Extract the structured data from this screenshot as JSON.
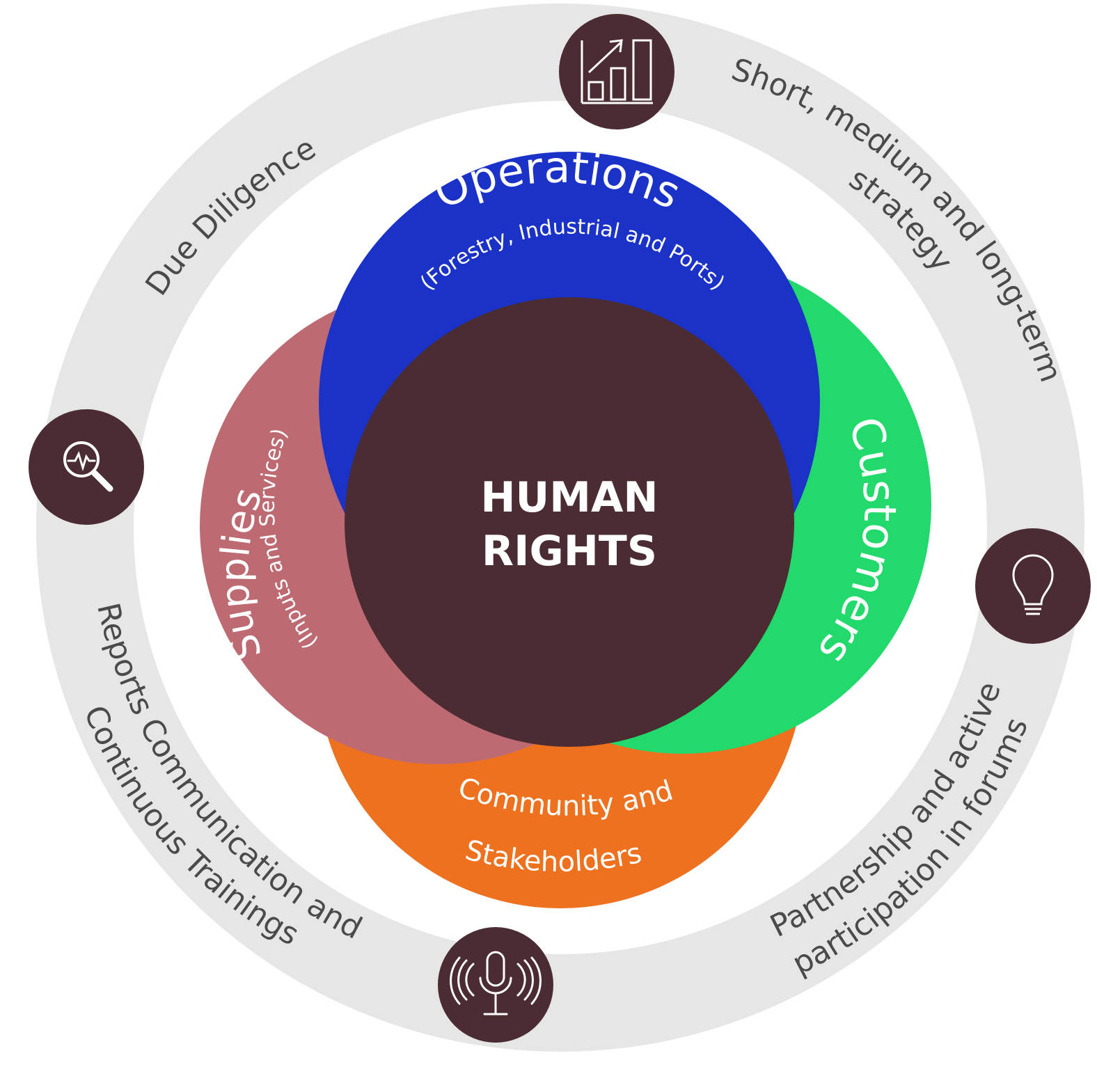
{
  "center": {
    "line1": "HUMAN",
    "line2": "RIGHTS"
  },
  "circles": {
    "operations": {
      "title": "Operations",
      "subtitle": "(Forestry, Industrial and Ports)"
    },
    "customers": {
      "title": "Customers"
    },
    "supplies": {
      "title": "Supplies",
      "subtitle": "(Inputs and Services)"
    },
    "community": {
      "line1": "Community and",
      "line2": "Stakeholders"
    }
  },
  "ring": {
    "due_diligence": "Due Diligence",
    "strategy_line1": "Short, medium and long-term",
    "strategy_line2": "strategy",
    "partnership_line1": "Partnership and active",
    "partnership_line2": "participation in forums",
    "reports_line1": "Reports Communication and",
    "reports_line2": "Continuous Trainings"
  },
  "icons": [
    "chart-growth-icon",
    "magnifier-pulse-icon",
    "lightbulb-icon",
    "microphone-icon"
  ],
  "colors": {
    "ring": "#e6e6e6",
    "icon_bg": "#4a2c32",
    "center": "#4a2c32",
    "operations": "#1b32c8",
    "customers": "#22d96b",
    "supplies": "#bd6a72",
    "community": "#ed711f"
  }
}
